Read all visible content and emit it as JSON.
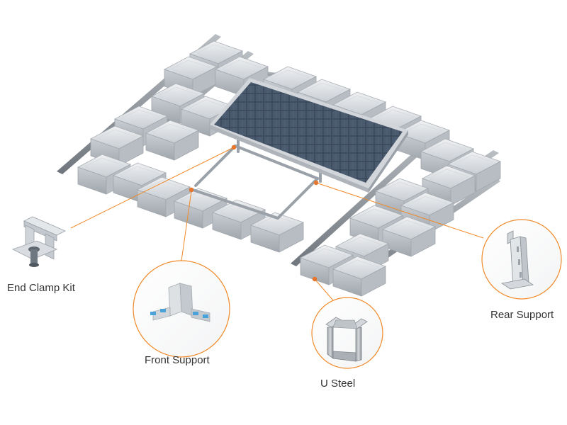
{
  "diagram": {
    "labels": {
      "end_clamp_kit": "End Clamp Kit",
      "front_support": "Front Support",
      "u_steel": "U Steel",
      "rear_support": "Rear Support"
    },
    "colors": {
      "callout_line": "#f08a2a",
      "callout_dot": "#e8752a",
      "float_light": "#e6e8ea",
      "float_mid": "#cfd3d7",
      "float_dark": "#b5bbc1",
      "rail": "#8f969d",
      "panel_cell": "#3c4a5c",
      "panel_frame": "#c9cdd1"
    },
    "icons": {
      "end_clamp": "end-clamp-icon",
      "front_support": "front-support-icon",
      "u_steel": "u-steel-icon",
      "rear_support": "rear-support-icon",
      "solar_panel": "solar-panel-icon"
    }
  }
}
